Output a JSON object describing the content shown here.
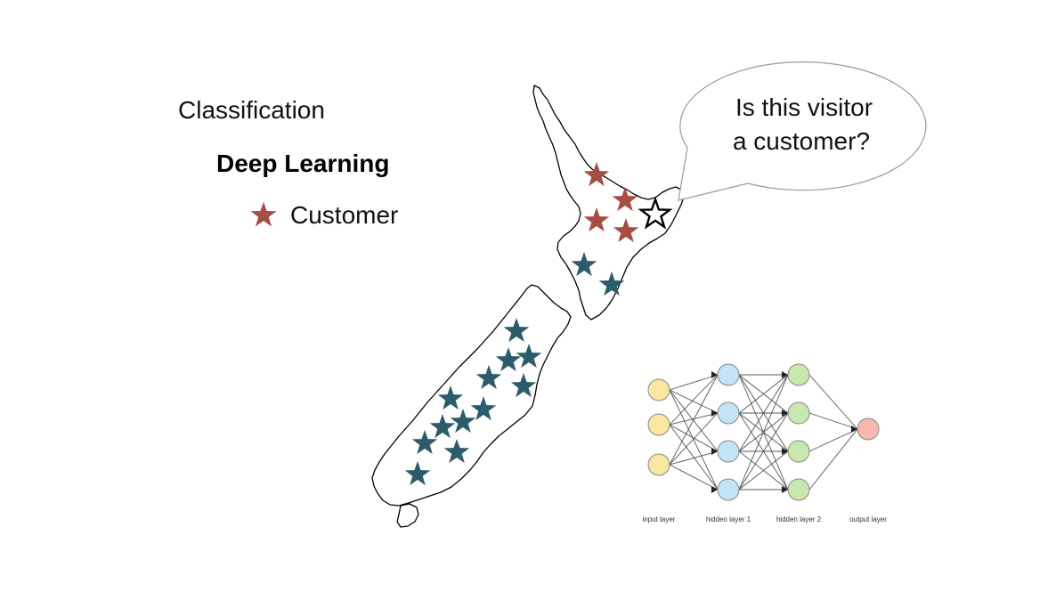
{
  "slide": {
    "title": "Classification",
    "subtitle": "Deep Learning",
    "legend": {
      "label": "Customer",
      "icon": "star-icon",
      "color": "#a64d44"
    }
  },
  "speech_bubble": {
    "line1": "Is this visitor",
    "line2": "a customer?"
  },
  "map": {
    "customer_color": "#a64d44",
    "non_customer_color": "#2c5c6c",
    "unknown_outline_color": "#000000"
  },
  "network": {
    "layers": [
      {
        "label": "input layer",
        "nodes": 3,
        "color": "#fbe7a1"
      },
      {
        "label": "hidden layer 1",
        "nodes": 4,
        "color": "#c3e3f7"
      },
      {
        "label": "hidden layer 2",
        "nodes": 4,
        "color": "#c9e8b0"
      },
      {
        "label": "output layer",
        "nodes": 1,
        "color": "#f6b8b0"
      }
    ]
  }
}
